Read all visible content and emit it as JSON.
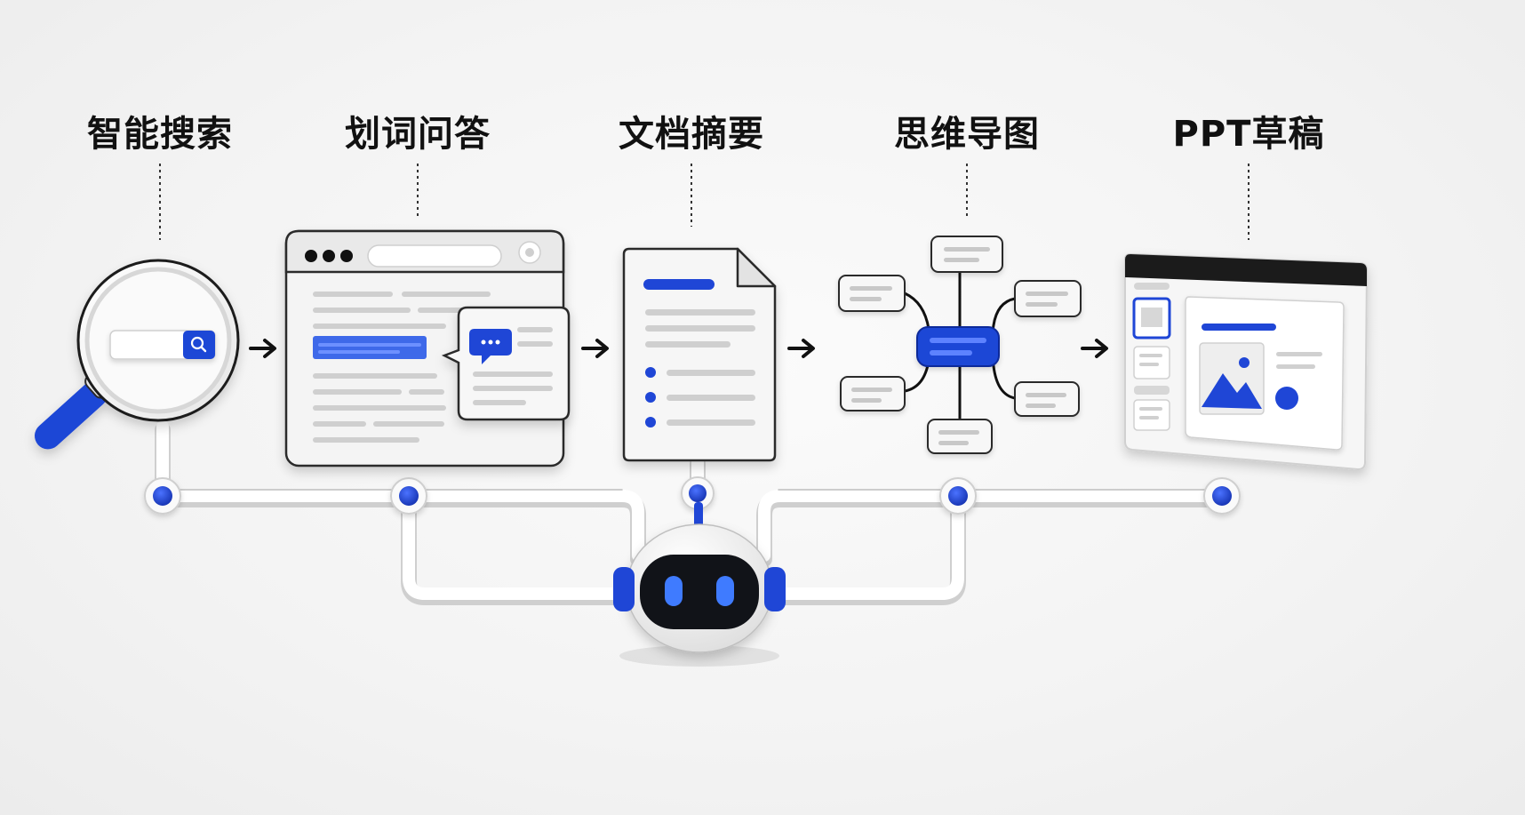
{
  "features": [
    {
      "id": "search",
      "title": "智能搜索",
      "icon": "magnifier-search-icon"
    },
    {
      "id": "qa",
      "title": "划词问答",
      "icon": "browser-chat-icon"
    },
    {
      "id": "summary",
      "title": "文档摘要",
      "icon": "document-list-icon"
    },
    {
      "id": "mindmap",
      "title": "思维导图",
      "icon": "mindmap-icon"
    },
    {
      "id": "ppt",
      "title": "PPT草稿",
      "icon": "slide-editor-icon"
    }
  ],
  "colors": {
    "accent": "#1f46d6",
    "text": "#111111",
    "panel": "#f6f6f6",
    "stroke": "#2b2b2b",
    "robot_face": "#111318",
    "pipe": "#ffffff"
  }
}
